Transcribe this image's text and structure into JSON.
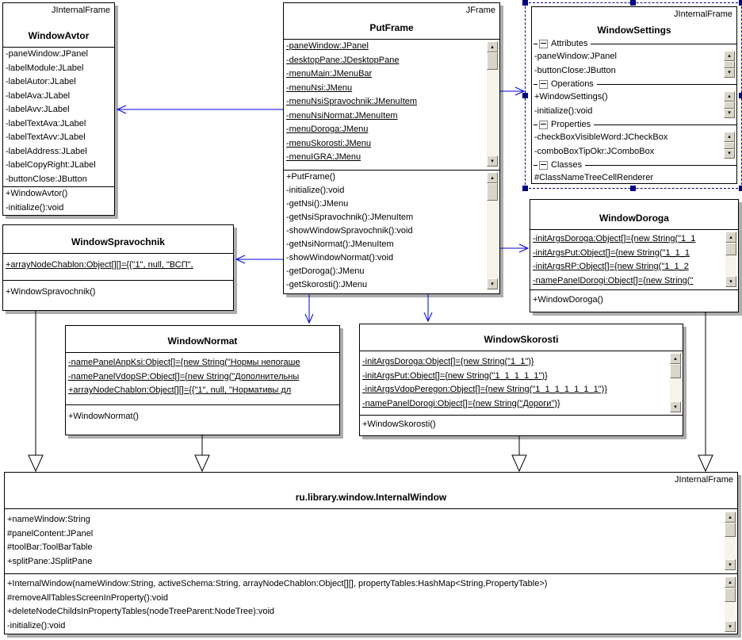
{
  "icons": {
    "scroll_up": "▴",
    "scroll_down": "▾"
  },
  "colors": {
    "dependency_arrow": "#0000e0",
    "selection": "#000080",
    "box_border": "#000000",
    "box_shadow": "#adadad",
    "background": "#ffffff"
  },
  "classes": {
    "windowAvtor": {
      "stereotype": "JInternalFrame",
      "name": "WindowAvtor",
      "attributes": [
        "-paneWindow:JPanel",
        "-labelModule:JLabel",
        "-labelAutor:JLabel",
        "-labelAva:JLabel",
        "-labelAvv:JLabel",
        "-labelTextAva:JLabel",
        "-labelTextAvv:JLabel",
        "-labelAddress:JLabel",
        "-labelCopyRight:JLabel",
        "-buttonClose:JButton"
      ],
      "methods": [
        "+WindowAvtor()",
        "-initialize():void"
      ]
    },
    "putFrame": {
      "stereotype": "JFrame",
      "name": "PutFrame",
      "attributes": [
        "-paneWindow:JPanel",
        "-desktopPane:JDesktopPane",
        "-menuMain:JMenuBar",
        "-menuNsi:JMenu",
        "-menuNsiSpravochnik:JMenuItem",
        "-menuNsiNormat:JMenuItem",
        "-menuDoroga:JMenu",
        "-menuSkorosti:JMenu",
        "-menuIGRA:JMenu"
      ],
      "methods": [
        "+PutFrame()",
        "-initialize():void",
        "-getNsi():JMenu",
        "-getNsiSpravochnik():JMenuItem",
        "-showWindowSpravochnik():void",
        "-getNsiNormat():JMenuItem",
        "-showWindowNormat():void",
        "-getDoroga():JMenu",
        "-getSkorosti():JMenu"
      ]
    },
    "windowSettings": {
      "stereotype": "JInternalFrame",
      "name": "WindowSettings",
      "groups": [
        {
          "label": "Attributes",
          "items": [
            "-paneWindow:JPanel",
            "-buttonClose:JButton"
          ]
        },
        {
          "label": "Operations",
          "items": [
            "+WindowSettings()",
            "-initialize():void"
          ]
        },
        {
          "label": "Properties",
          "items": [
            "-checkBoxVisibleWord:JCheckBox",
            "-comboBoxTipOkr:JComboBox"
          ]
        },
        {
          "label": "Classes",
          "items": [
            "#ClassNameTreeCellRenderer"
          ]
        }
      ]
    },
    "windowSpravochnik": {
      "name": "WindowSpravochnik",
      "attributes": [
        "+arrayNodeChablon:Object[][]={{\"1\", null, \"ВСП\","
      ],
      "methods": [
        "+WindowSpravochnik()"
      ]
    },
    "windowDoroga": {
      "name": "WindowDoroga",
      "attributes": [
        "-initArgsDoroga:Object[]={new String(\"1_1",
        "-initArgsPut:Object[]={new String(\"1_1_1",
        "-initArgsRP:Object[]={new String(\"1_1_2",
        "-namePanelDorogi:Object[]={new String(\""
      ],
      "methods": [
        "+WindowDoroga()"
      ]
    },
    "windowNormat": {
      "name": "WindowNormat",
      "attributes": [
        "-namePanelAnpKsi:Object[]={new String(\"Нормы непогаше",
        "-namePanelVdopSP:Object[]={new String(\"Дополнительны",
        "+arrayNodeChablon:Object[][]={{\"1\", null, \"Нормативы дл"
      ],
      "methods": [
        "+WindowNormat()"
      ]
    },
    "windowSkorosti": {
      "name": "WindowSkorosti",
      "attributes": [
        "-initArgsDoroga:Object[]={new String(\"1_1\")}",
        "-initArgsPut:Object[]={new String(\"1_1_1_1_1\")}",
        "-initArgsVdopPeregon:Object[]={new String(\"1_1_1_1_1_1_1\")}",
        "-namePanelDorogi:Object[]={new String(\"Дороги\")}"
      ],
      "methods": [
        "+WindowSkorosti()"
      ]
    },
    "internalWindow": {
      "stereotype": "JInternalFrame",
      "name": "ru.library.window.InternalWindow",
      "attributes": [
        "+nameWindow:String",
        "#panelContent:JPanel",
        "#toolBar:ToolBarTable",
        "+splitPane:JSplitPane"
      ],
      "methods": [
        "+InternalWindow(nameWindow:String, activeSchema:String, arrayNodeChablon:Object[][], propertyTables:HashMap<String,PropertyTable>)",
        "#removeAllTablesScreenInProperty():void",
        "+deleteNodeChildsInPropertyTables(nodeTreeParent:NodeTree):void",
        "-initialize():void"
      ]
    }
  }
}
